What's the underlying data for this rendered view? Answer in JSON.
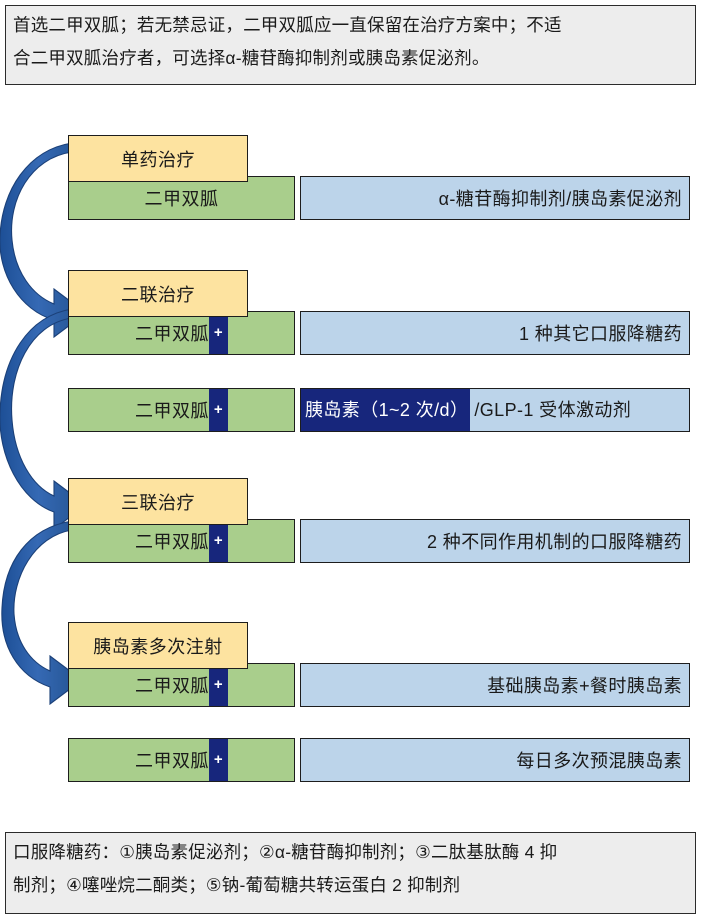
{
  "header_note": {
    "lines": [
      "首选二甲双胍；若无禁忌证，二甲双胍应一直保留在治疗方案中；不适",
      "合二甲双胍治疗者，可选择α-糖苷酶抑制剂或胰岛素促泌剂。"
    ]
  },
  "footer_note": {
    "lines": [
      "口服降糖药：①胰岛素促泌剂；②α-糖苷酶抑制剂；③二肽基肽酶 4 抑",
      "制剂；④噻唑烷二酮类；⑤钠-葡萄糖共转运蛋白 2 抑制剂"
    ]
  },
  "metformin_label": "二甲双胍",
  "plus_symbol": "+",
  "stages": [
    {
      "title": "单药治疗",
      "rows": [
        {
          "drug": "二甲双胍",
          "has_plus": false,
          "option": "α-糖苷酶抑制剂/胰岛素促泌剂",
          "highlight": null,
          "align": "right"
        }
      ]
    },
    {
      "title": "二联治疗",
      "rows": [
        {
          "drug": "二甲双胍",
          "has_plus": true,
          "option": "1 种其它口服降糖药",
          "highlight": null,
          "align": "right"
        },
        {
          "drug": "二甲双胍",
          "has_plus": true,
          "option": null,
          "highlight": {
            "emphasis": "胰岛素（1~2 次/d）",
            "rest": "/GLP-1 受体激动剂"
          },
          "align": "left"
        }
      ]
    },
    {
      "title": "三联治疗",
      "rows": [
        {
          "drug": "二甲双胍",
          "has_plus": true,
          "option": "2 种不同作用机制的口服降糖药",
          "highlight": null,
          "align": "right"
        }
      ]
    },
    {
      "title": "胰岛素多次注射",
      "rows": [
        {
          "drug": "二甲双胍",
          "has_plus": true,
          "option": "基础胰岛素+餐时胰岛素",
          "highlight": null,
          "align": "right"
        },
        {
          "drug": "二甲双胍",
          "has_plus": true,
          "option": "每日多次预混胰岛素",
          "highlight": null,
          "align": "right"
        }
      ]
    }
  ],
  "colors": {
    "stage_title_fill": "#fde3a0",
    "metformin_fill": "#a9ce8c",
    "option_fill": "#bcd4ea",
    "navy_highlight": "#17267c",
    "arrow_blue": "#2d5ca8",
    "note_fill": "#ededed",
    "border": "#1d1d1d"
  },
  "arrows": {
    "count": 4,
    "description": "curved-loop-arrow"
  }
}
